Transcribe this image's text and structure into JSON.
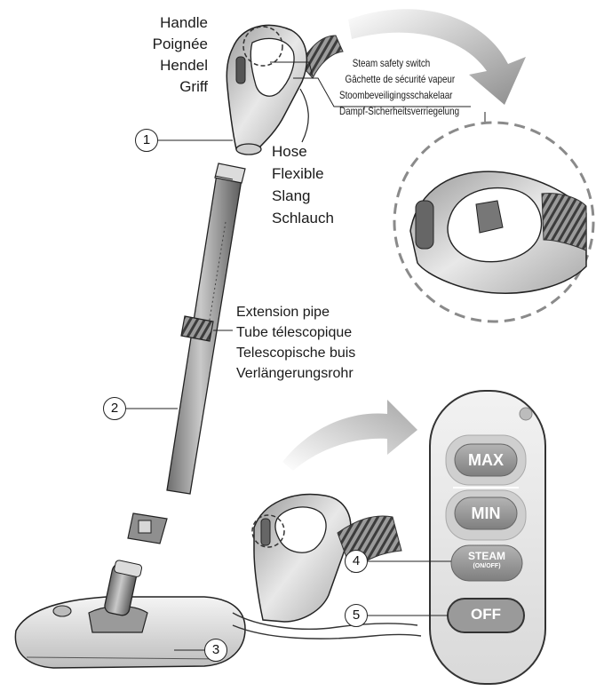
{
  "labels": {
    "handle": [
      "Handle",
      "Poignée",
      "Hendel",
      "Griff"
    ],
    "hose": [
      "Hose",
      "Flexible",
      "Slang",
      "Schlauch"
    ],
    "steam_switch": [
      "Steam safety switch",
      "Gâchette de sécurité vapeur",
      "Stoombeveiligingsschakelaar",
      "Dampf-Sicherheitsverriegelung"
    ],
    "extension_pipe": [
      "Extension pipe",
      "Tube télescopique",
      "Telescopische buis",
      "Verlängerungsrohr"
    ]
  },
  "callouts": [
    "1",
    "2",
    "3",
    "4",
    "5"
  ],
  "control_panel": {
    "max_label": "MAX",
    "min_label": "MIN",
    "steam_label": "STEAM",
    "steam_sub": "(ON/OFF)",
    "off_label": "OFF"
  }
}
